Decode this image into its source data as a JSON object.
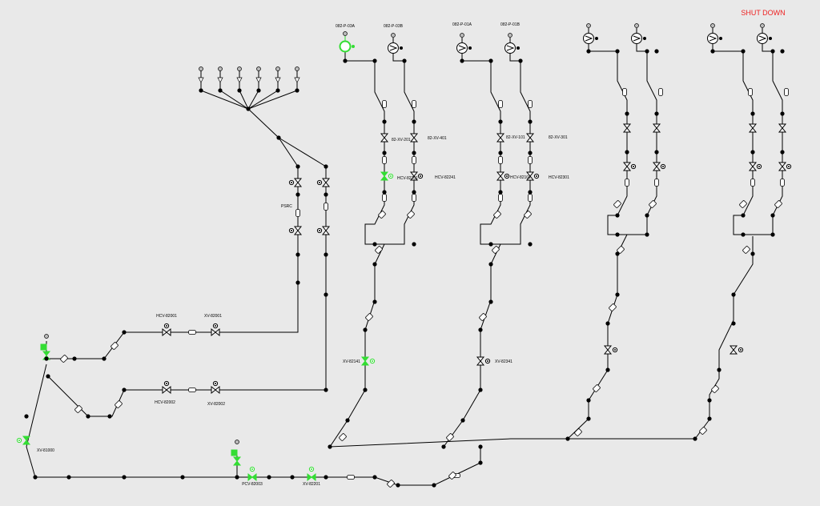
{
  "header": {
    "status": "SHUT DOWN"
  },
  "colors": {
    "pipe": "#000000",
    "active": "#33dd33",
    "status": "#ee2222",
    "background": "#e9e9e9",
    "equipment": "#ffffff"
  },
  "tags": {
    "pump_1": "082-P-03A",
    "pump_2": "082-P-03B",
    "pump_3": "082-P-01A",
    "pump_4": "082-P-01B",
    "valve_a": "82-XV-201",
    "valve_b": "82-XV-401",
    "valve_c": "HCV-82201",
    "valve_d": "HCV-82241",
    "valve_e": "82-XV-101",
    "valve_f": "82-XV-301",
    "valve_g": "HCV-82101",
    "valve_h": "HCV-82301",
    "valve_i": "XV-82141",
    "valve_j": "XV-82341",
    "valve_k": "HCV-82001",
    "valve_l": "XV-82001",
    "valve_m": "HCV-82002",
    "valve_n": "XV-82002",
    "valve_o": "XV-81000",
    "valve_p": "PCV-82003",
    "valve_q": "XV-82201",
    "psrc": "PSRC"
  },
  "icons": [
    "pump-icon",
    "gate-valve-icon",
    "control-valve-icon",
    "actuator-icon",
    "filter-icon",
    "flange-icon",
    "vent-icon"
  ]
}
